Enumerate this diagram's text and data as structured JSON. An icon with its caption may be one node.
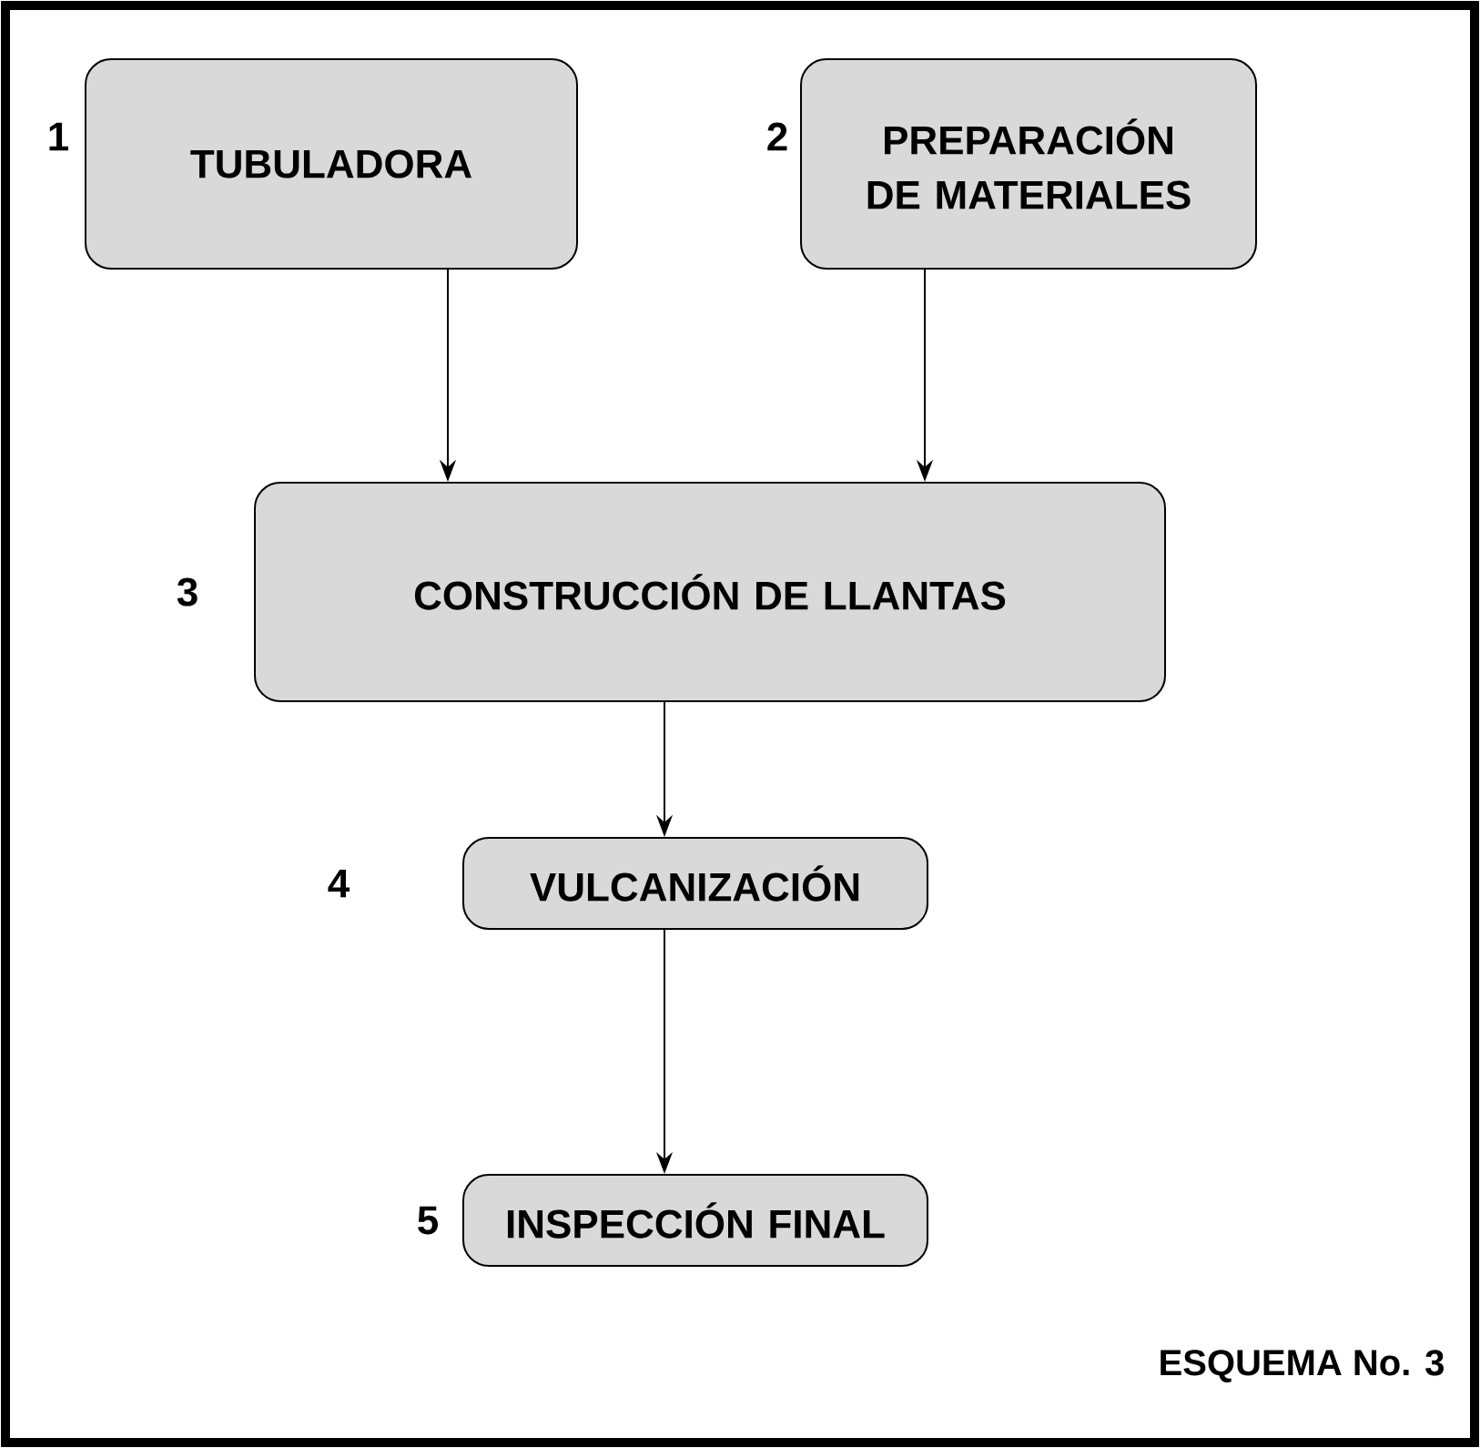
{
  "diagram": {
    "caption": "ESQUEMA No. 3",
    "nodes": [
      {
        "text": [
          "TUBULADORA"
        ],
        "beside": [
          "1"
        ]
      },
      {
        "text": [
          "PREPARACIÓN DE MATERIALES"
        ],
        "beside": [
          "2"
        ]
      },
      {
        "text": [
          "CONSTRUCCIÓN DE LLANTAS"
        ],
        "beside": [
          "3"
        ]
      },
      {
        "text": [
          "VULCANIZACIÓN"
        ],
        "beside": [
          "4"
        ]
      },
      {
        "text": [
          "INSPECCIÓN FINAL"
        ],
        "beside": [
          "5"
        ]
      }
    ],
    "edges": [
      {
        "from": 0,
        "to": 2,
        "arrow": "to"
      },
      {
        "from": 1,
        "to": 2,
        "arrow": "to"
      },
      {
        "from": 2,
        "to": 3,
        "arrow": "to"
      },
      {
        "from": 3,
        "to": 4,
        "arrow": "to"
      }
    ]
  }
}
